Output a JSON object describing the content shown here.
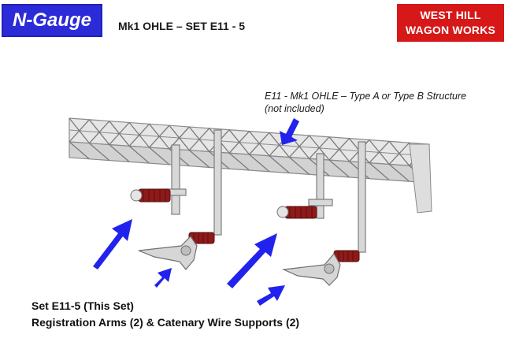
{
  "header": {
    "scale_badge": "N-Gauge",
    "set_title": "Mk1 OHLE – SET E11 - 5"
  },
  "logo": {
    "line1": "WEST HILL",
    "line2": "WAGON WORKS",
    "color": "#d61818"
  },
  "structure_note": {
    "line1": "E11 -  Mk1 OHLE – Type A or Type B Structure",
    "line2": "(not included)"
  },
  "caption": {
    "line1": "Set E11-5 (This Set)",
    "line2": "Registration Arms (2) & Catenary Wire Supports (2)"
  },
  "colors": {
    "badge": "#2b2bd8",
    "arrow": "#2222ee",
    "insulator": "#8e1a1a",
    "steel": "#b9b9b9"
  }
}
